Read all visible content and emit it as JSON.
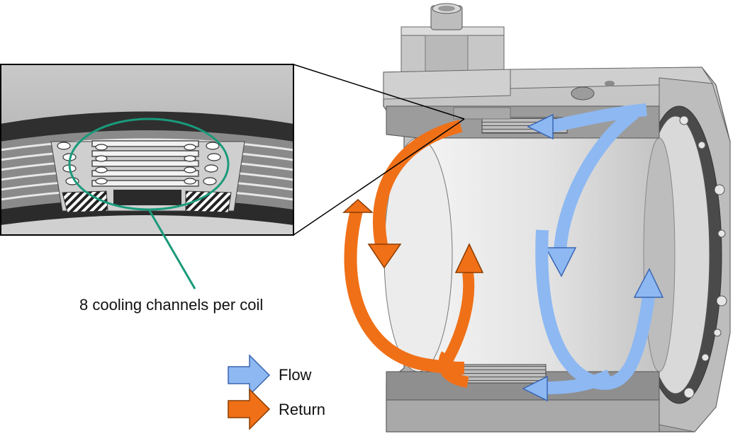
{
  "callout": {
    "text": "8 cooling channels per coil"
  },
  "legend": {
    "flow": {
      "label": "Flow",
      "color": "#8db8f2"
    },
    "return": {
      "label": "Return",
      "color": "#f07018"
    }
  },
  "colors": {
    "callout_ring": "#1a9a7a",
    "steel_light": "#d4d4d4",
    "steel_mid": "#b0b0b0",
    "steel_dark": "#7a7a7a",
    "coil_dark": "#3a3a3a"
  }
}
